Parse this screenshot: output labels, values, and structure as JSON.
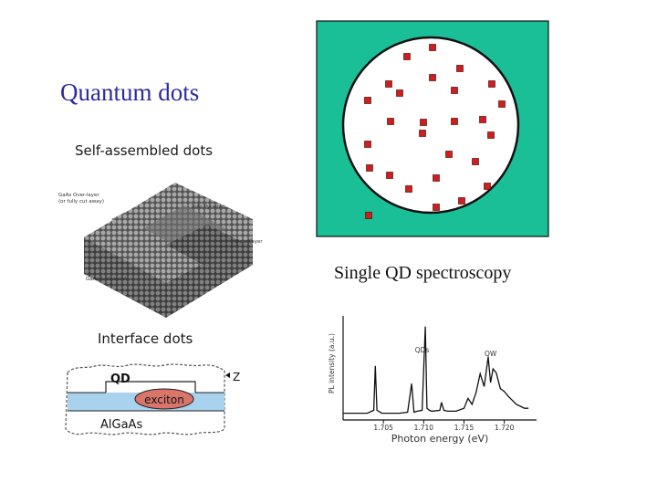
{
  "slide": {
    "title": "Quantum dots",
    "self_assembled": {
      "heading": "Self-assembled dots",
      "labels": {
        "cap_layer": "GaAs Over-layer",
        "cap_layer_note": "(or fully cut away)",
        "pyramid": "InAs Pyramid",
        "wetting": "Wets Layer",
        "substrate": "GaAs & Heatsink"
      },
      "colors": {
        "dot_grey": "#777777",
        "dark_grey": "#4a4a4a"
      }
    },
    "interface": {
      "heading": "Interface dots",
      "qd_label": "QD",
      "exciton_label": "exciton",
      "z_label": "Z",
      "barrier_label": "AlGaAs",
      "colors": {
        "well": "#a9d2ee",
        "exciton": "#d9756a"
      }
    },
    "qd_panel": {
      "colors": {
        "background": "#1abf97",
        "disk": "#ffffff",
        "dot": "#cc1f1f"
      }
    },
    "spectroscopy_caption": "Single QD spectroscopy",
    "spectrum": {
      "ylabel": "PL intensity (a.u.)",
      "xlabel": "Photon energy (eV)",
      "peak_labels": {
        "qds": "QDs",
        "qw": "QW"
      },
      "x_ticks": [
        "1.705",
        "1.710",
        "1.715",
        "1.720"
      ]
    }
  },
  "chart_data": {
    "type": "line",
    "title": "",
    "xlabel": "Photon energy (eV)",
    "ylabel": "PL intensity (a.u.)",
    "xlim": [
      1.7,
      1.724
    ],
    "ylim": [
      0,
      1
    ],
    "x_ticks": [
      1.705,
      1.71,
      1.715,
      1.72
    ],
    "annotations": [
      "QDs",
      "QW"
    ],
    "grid": false,
    "series": [
      {
        "x": [
          1.7,
          1.7015,
          1.703,
          1.7038,
          1.704,
          1.7042,
          1.7048,
          1.706,
          1.707,
          1.708,
          1.7085,
          1.7088,
          1.7092,
          1.7098,
          1.7102,
          1.7104,
          1.7107,
          1.711,
          1.712,
          1.7122,
          1.7125,
          1.713,
          1.714,
          1.715,
          1.7155,
          1.716,
          1.7165,
          1.717,
          1.7175,
          1.718,
          1.7183,
          1.7186,
          1.719,
          1.7195,
          1.72,
          1.7205,
          1.721,
          1.7215,
          1.722,
          1.7225,
          1.723
        ],
        "y": [
          0.05,
          0.05,
          0.05,
          0.08,
          0.53,
          0.08,
          0.05,
          0.05,
          0.05,
          0.06,
          0.35,
          0.06,
          0.07,
          0.08,
          0.93,
          0.1,
          0.08,
          0.07,
          0.08,
          0.16,
          0.08,
          0.07,
          0.07,
          0.1,
          0.2,
          0.14,
          0.26,
          0.45,
          0.32,
          0.62,
          0.36,
          0.5,
          0.46,
          0.3,
          0.27,
          0.22,
          0.18,
          0.14,
          0.12,
          0.1,
          0.1
        ]
      }
    ]
  }
}
